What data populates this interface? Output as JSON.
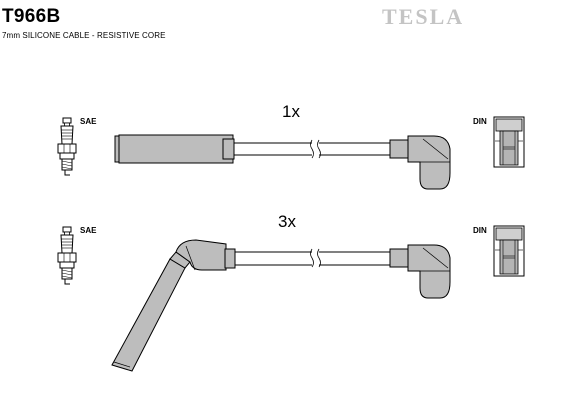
{
  "header": {
    "part_number": "T966B",
    "subtitle": "7mm SILICONE CABLE - RESISTIVE CORE",
    "brand": "TESLA"
  },
  "cables": [
    {
      "quantity": "1x",
      "left_connector_label": "SAE",
      "right_connector_label": "DIN"
    },
    {
      "quantity": "3x",
      "left_connector_label": "SAE",
      "right_connector_label": "DIN"
    }
  ],
  "colors": {
    "boot": "#bdbdbd",
    "outline": "#000000",
    "brand": "#c4c4c4",
    "cap_fill": "#a9a9a9"
  }
}
